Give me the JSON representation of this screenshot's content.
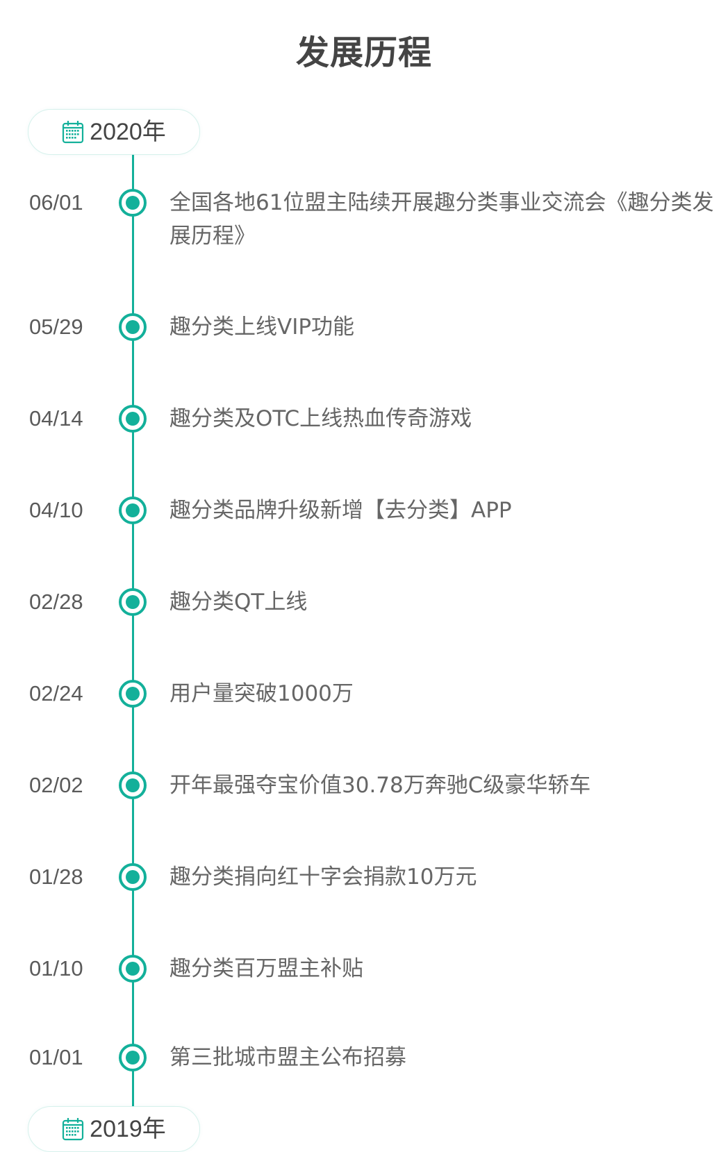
{
  "page": {
    "title": "发展历程"
  },
  "colors": {
    "accent": "#13B09A",
    "title_text": "#444444",
    "date_text": "#5a5a5a",
    "event_text": "#666666",
    "pill_border": "#d6f1ec"
  },
  "timeline": {
    "years": [
      {
        "label": "2020年",
        "icon": "calendar-icon"
      },
      {
        "label": "2019年",
        "icon": "calendar-icon"
      }
    ],
    "events": [
      {
        "date": "06/01",
        "text": "全国各地61位盟主陆续开展趣分类事业交流会《趣分类发展历程》"
      },
      {
        "date": "05/29",
        "text": "趣分类上线VIP功能"
      },
      {
        "date": "04/14",
        "text": "趣分类及OTC上线热血传奇游戏"
      },
      {
        "date": "04/10",
        "text": "趣分类品牌升级新增【去分类】APP"
      },
      {
        "date": "02/28",
        "text": "趣分类QT上线"
      },
      {
        "date": "02/24",
        "text": "用户量突破1000万"
      },
      {
        "date": "02/02",
        "text": "开年最强夺宝价值30.78万奔驰C级豪华轿车"
      },
      {
        "date": "01/28",
        "text": "趣分类捐向红十字会捐款10万元"
      },
      {
        "date": "01/10",
        "text": "趣分类百万盟主补贴"
      },
      {
        "date": "01/01",
        "text": "第三批城市盟主公布招募"
      }
    ]
  }
}
